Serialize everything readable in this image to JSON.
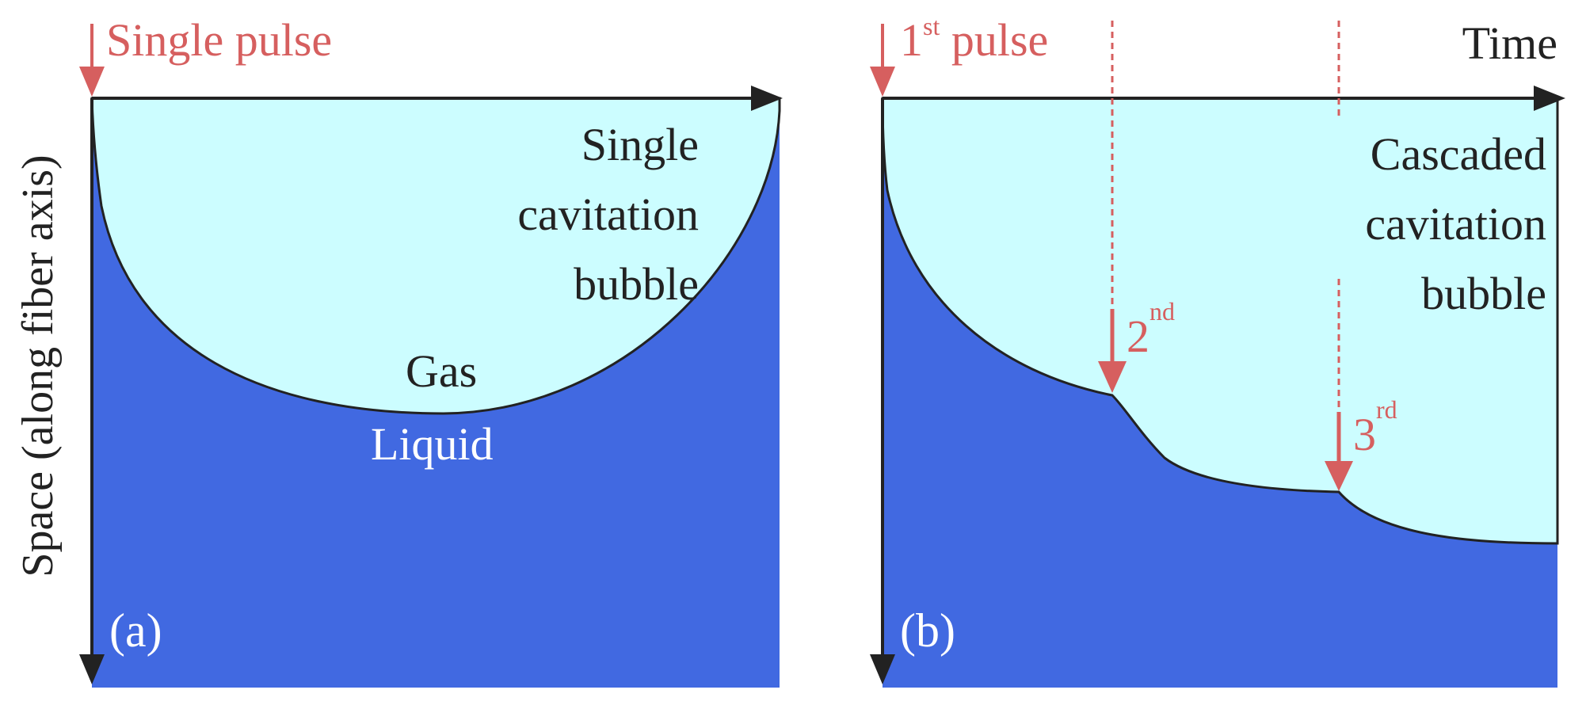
{
  "colors": {
    "liquid": "#4169e1",
    "gas": "#ccfdff",
    "pulse_red": "#d65f5f",
    "axis_black": "#222222",
    "label_white": "#ffffff"
  },
  "panel_a": {
    "tag": "(a)",
    "pulse_label": "Single pulse",
    "bubble_label": [
      "Single",
      "cavitation",
      "bubble"
    ],
    "gas_label": "Gas",
    "liquid_label": "Liquid"
  },
  "panel_b": {
    "tag": "(b)",
    "pulse1": {
      "num": "1",
      "sup": "st",
      "word": " pulse"
    },
    "pulse2": {
      "num": "2",
      "sup": "nd"
    },
    "pulse3": {
      "num": "3",
      "sup": "rd"
    },
    "time_label": "Time",
    "bubble_label": [
      "Cascaded",
      "cavitation",
      "bubble"
    ]
  },
  "y_axis_label": "Space (along fiber axis)"
}
